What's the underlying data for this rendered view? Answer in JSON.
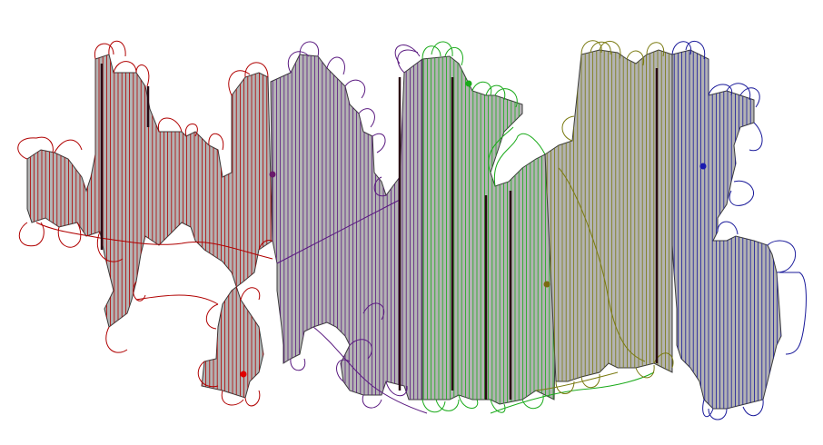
{
  "diagram": {
    "type": "coverage-path-partition",
    "background_color": "#ffffff",
    "region_fill_color": "#b3b3b3",
    "partition_count": 5,
    "partitions": [
      {
        "id": "red",
        "color": "#b00000"
      },
      {
        "id": "purple",
        "color": "#5a1a80"
      },
      {
        "id": "green",
        "color": "#1aaa1a"
      },
      {
        "id": "olive",
        "color": "#7a7a10"
      },
      {
        "id": "blue",
        "color": "#1a1a9a"
      }
    ]
  }
}
